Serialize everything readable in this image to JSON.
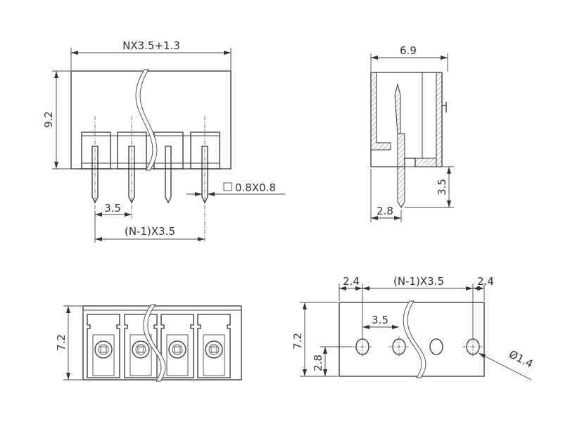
{
  "front_view": {
    "width_label": "NX3.5+1.3",
    "height_label": "9.2",
    "pitch_label": "3.5",
    "span_label": "(N-1)X3.5",
    "pin_size_label": "0.8X0.8"
  },
  "side_view": {
    "depth_label": "6.9",
    "pin_length_label": "3.5",
    "pin_offset_label": "2.8"
  },
  "bottom_left_view": {
    "height_label": "7.2"
  },
  "pcb_layout_view": {
    "left_margin_label": "2.4",
    "span_label": "(N-1)X3.5",
    "right_margin_label": "2.4",
    "pitch_label": "3.5",
    "height_label": "7.2",
    "hole_offset_label": "2.8",
    "hole_diameter_label": "Ø1.4"
  }
}
